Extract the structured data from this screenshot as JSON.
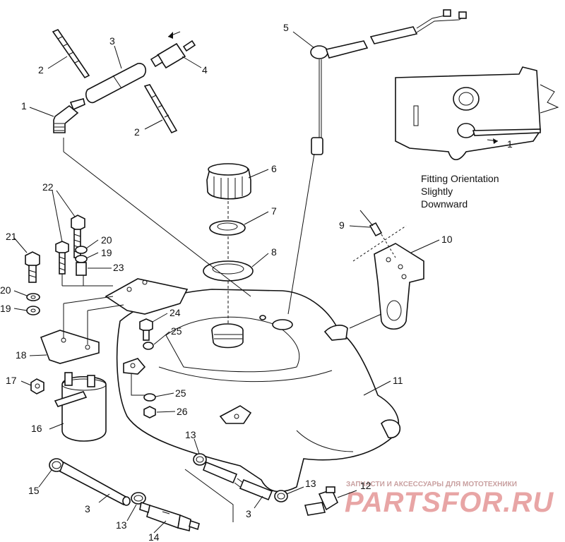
{
  "callouts": [
    {
      "id": "c1",
      "text": "1"
    },
    {
      "id": "c2a",
      "text": "2"
    },
    {
      "id": "c2b",
      "text": "2"
    },
    {
      "id": "c3a",
      "text": "3"
    },
    {
      "id": "c4",
      "text": "4"
    },
    {
      "id": "c5",
      "text": "5"
    },
    {
      "id": "c6",
      "text": "6"
    },
    {
      "id": "c7",
      "text": "7"
    },
    {
      "id": "c8",
      "text": "8"
    },
    {
      "id": "c9",
      "text": "9"
    },
    {
      "id": "c10",
      "text": "10"
    },
    {
      "id": "c11",
      "text": "11"
    },
    {
      "id": "c12",
      "text": "12"
    },
    {
      "id": "c13a",
      "text": "13"
    },
    {
      "id": "c13b",
      "text": "13"
    },
    {
      "id": "c13c",
      "text": "13"
    },
    {
      "id": "c14",
      "text": "14"
    },
    {
      "id": "c15",
      "text": "15"
    },
    {
      "id": "c16",
      "text": "16"
    },
    {
      "id": "c17",
      "text": "17"
    },
    {
      "id": "c18",
      "text": "18"
    },
    {
      "id": "c19a",
      "text": "19"
    },
    {
      "id": "c19b",
      "text": "19"
    },
    {
      "id": "c20a",
      "text": "20"
    },
    {
      "id": "c20b",
      "text": "20"
    },
    {
      "id": "c21",
      "text": "21"
    },
    {
      "id": "c22",
      "text": "22"
    },
    {
      "id": "c23",
      "text": "23"
    },
    {
      "id": "c24",
      "text": "24"
    },
    {
      "id": "c25a",
      "text": "25"
    },
    {
      "id": "c25b",
      "text": "25"
    },
    {
      "id": "c26",
      "text": "26"
    },
    {
      "id": "c3b",
      "text": "3"
    },
    {
      "id": "c3c",
      "text": "3"
    },
    {
      "id": "c1i",
      "text": "1"
    }
  ],
  "inset_note": {
    "line1": "Fitting Orientation",
    "line2": "Slightly",
    "line3": "Downward"
  },
  "watermark": {
    "sub": "ЗАПЧАСТИ И АКСЕССУАРЫ ДЛЯ МОТОТЕХНИКИ",
    "main": "PARTSFOR.RU",
    "color": "#e8a5a5"
  }
}
